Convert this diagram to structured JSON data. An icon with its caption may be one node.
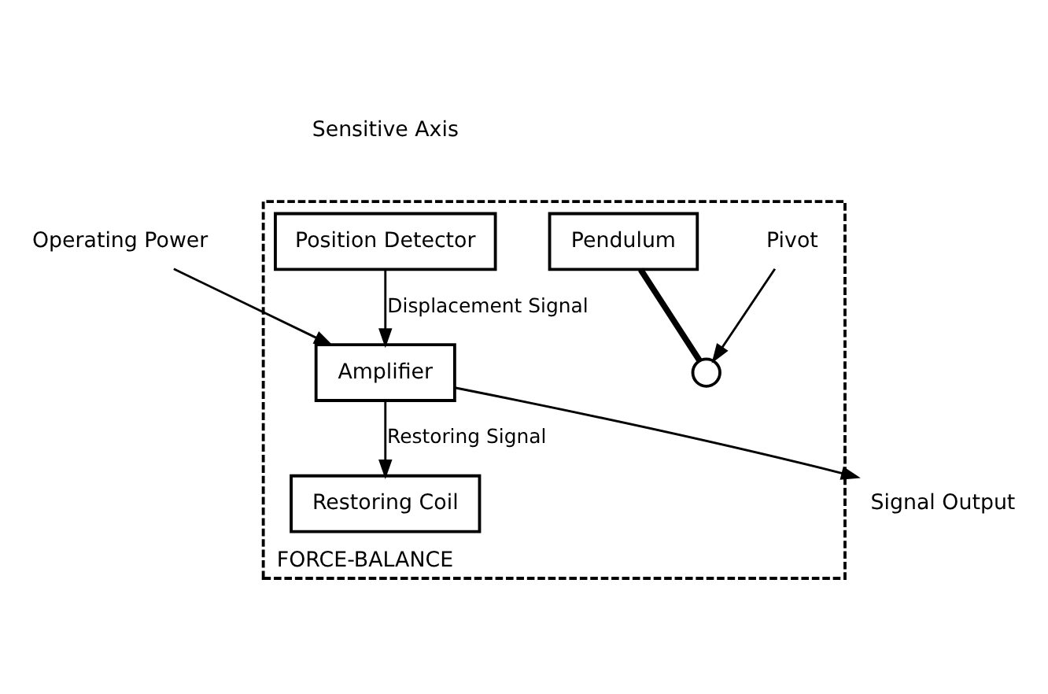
{
  "diagram": {
    "nodes": [
      {
        "text": [
          "FORCE-BALANCE"
        ]
      },
      {
        "text": [
          "Position Detector"
        ],
        "in": 0
      },
      {
        "text": [
          "Pendulum"
        ],
        "in": 0
      },
      {
        "text": [
          "Amplifier"
        ],
        "in": 0
      },
      {
        "text": [
          "Pivot"
        ],
        "in": 0
      },
      {
        "text": [],
        "shape": "circle",
        "in": 0
      },
      {
        "text": [
          "Restoring Coil"
        ],
        "in": 0
      },
      {
        "text": [
          "Operating Power"
        ]
      },
      {
        "text": [
          "Signal Output"
        ]
      }
    ],
    "edges": [
      {
        "from": 1,
        "to": 3,
        "arrow": "to",
        "label": "Displacement Signal"
      },
      {
        "from": 2,
        "to": 5,
        "arrow": "none",
        "style": "thick"
      },
      {
        "from": 4,
        "to": 5,
        "arrow": "to"
      },
      {
        "from": 7,
        "to": 3,
        "arrow": "to"
      },
      {
        "from": 3,
        "to": 6,
        "arrow": "to",
        "label": "Restoring Signal"
      },
      {
        "from": 3,
        "to": 8,
        "arrow": "to"
      }
    ],
    "labels": [
      "Sensitive Axis"
    ]
  }
}
